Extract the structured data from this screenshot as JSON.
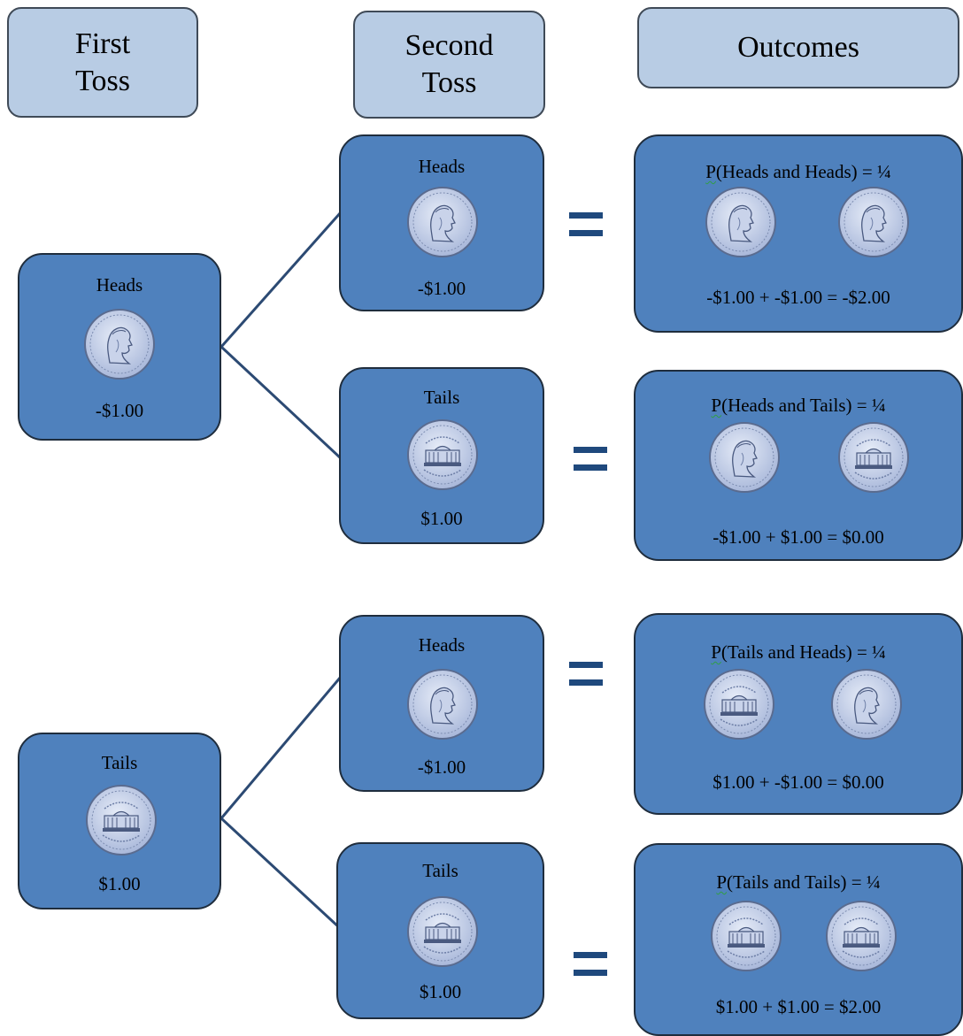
{
  "headers": {
    "first_line1": "First",
    "first_line2": "Toss",
    "second_line1": "Second",
    "second_line2": "Toss",
    "outcomes": "Outcomes"
  },
  "first_toss": [
    {
      "side": "Heads",
      "value": "-$1.00",
      "coin": "heads-coin"
    },
    {
      "side": "Tails",
      "value": "$1.00",
      "coin": "tails-coin"
    }
  ],
  "second_toss": [
    {
      "side": "Heads",
      "value": "-$1.00",
      "coin": "heads-coin"
    },
    {
      "side": "Tails",
      "value": "$1.00",
      "coin": "tails-coin"
    },
    {
      "side": "Heads",
      "value": "-$1.00",
      "coin": "heads-coin"
    },
    {
      "side": "Tails",
      "value": "$1.00",
      "coin": "tails-coin"
    }
  ],
  "outcomes": [
    {
      "p_letter": "P",
      "prob": "(Heads and Heads) = ¼",
      "sum": "-$1.00 + -$1.00 = -$2.00"
    },
    {
      "p_letter": "P",
      "prob": "(Heads and Tails) = ¼",
      "sum": "-$1.00 + $1.00 = $0.00"
    },
    {
      "p_letter": "P",
      "prob": "(Tails and Heads) = ¼",
      "sum": "$1.00 + -$1.00 = $0.00"
    },
    {
      "p_letter": "P",
      "prob": "(Tails and Tails) = ¼",
      "sum": "$1.00 + $1.00 = $2.00"
    }
  ],
  "colors": {
    "header_fill": "#b8cce4",
    "node_fill": "#4f81bd",
    "line": "#2c4a73",
    "equals": "#1f497d"
  }
}
